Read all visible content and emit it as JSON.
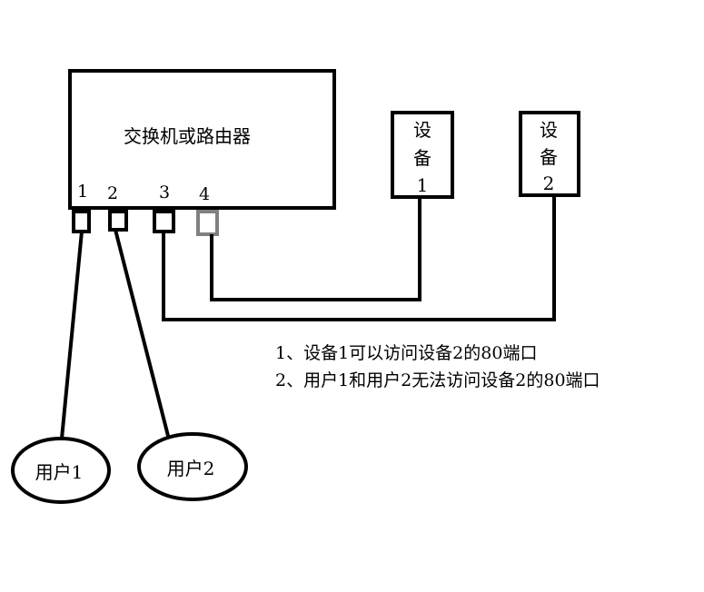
{
  "switch": {
    "label": "交换机或路由器",
    "ports": [
      "1",
      "2",
      "3",
      "4"
    ]
  },
  "devices": [
    {
      "line1": "设",
      "line2": "备",
      "line3": "1"
    },
    {
      "line1": "设",
      "line2": "备",
      "line3": "2"
    }
  ],
  "users": [
    {
      "label": "用户1"
    },
    {
      "label": "用户2"
    }
  ],
  "notes": [
    "1、设备1可以访问设备2的80端口",
    "2、用户1和用户2无法访问设备2的80端口"
  ],
  "colors": {
    "line": "#000000",
    "port4": "#808080"
  }
}
